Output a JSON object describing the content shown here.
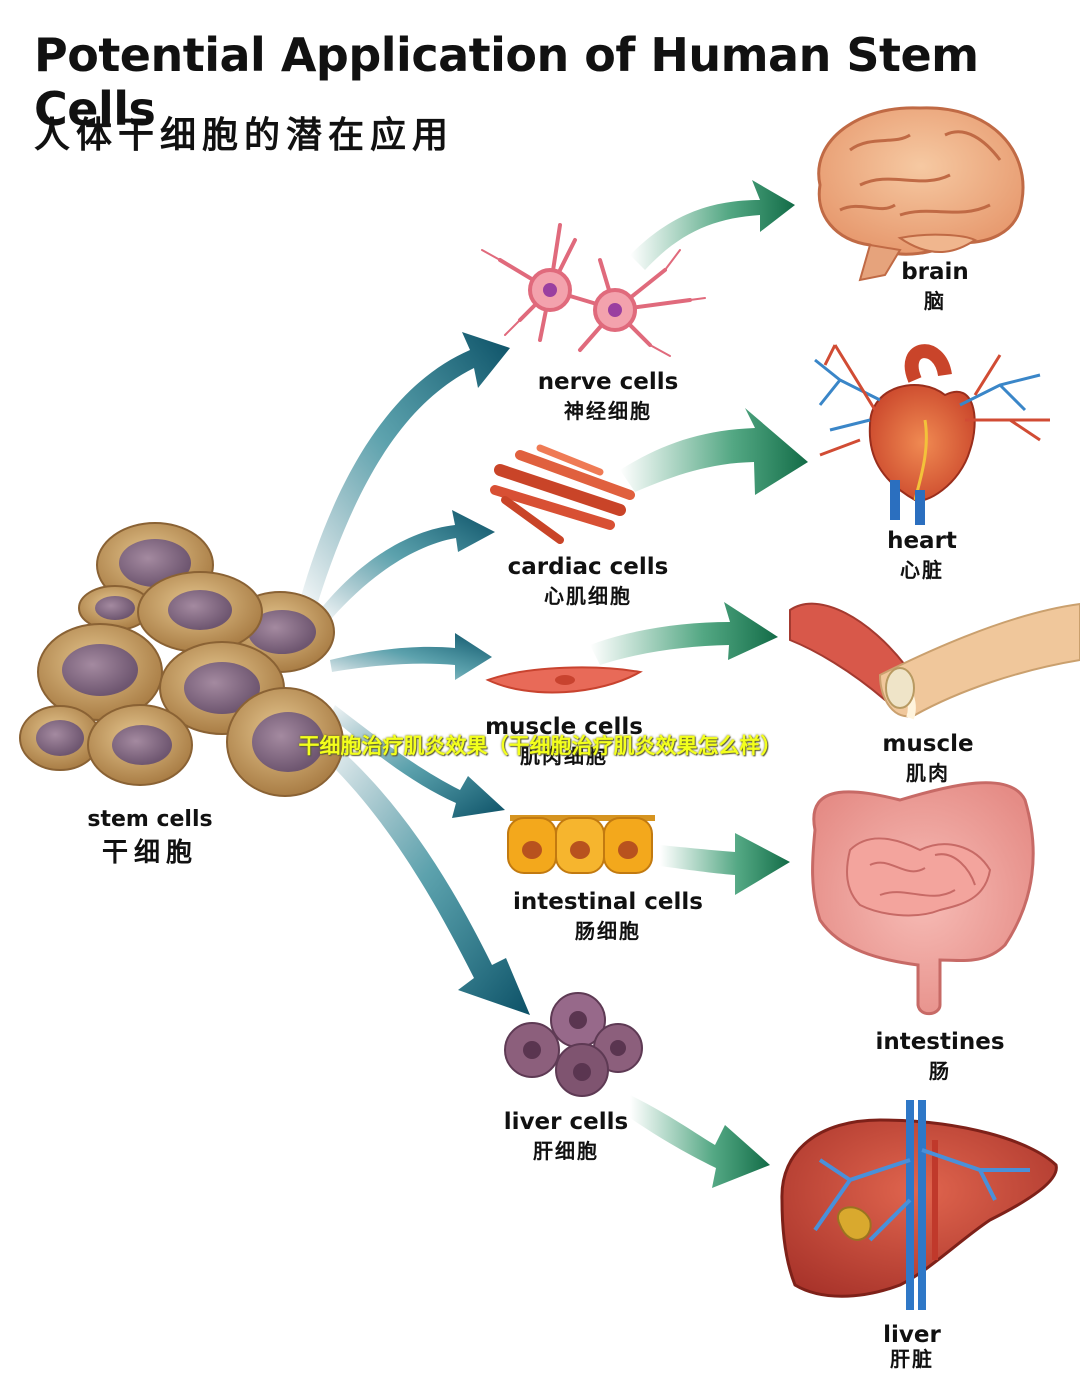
{
  "title": {
    "en": "Potential Application of Human Stem Cells",
    "zh": "人体干细胞的潜在应用"
  },
  "stem_cells": {
    "en": "stem cells",
    "zh": "干细胞"
  },
  "cell_types": [
    {
      "en": "nerve cells",
      "zh": "神经细胞"
    },
    {
      "en": "cardiac cells",
      "zh": "心肌细胞"
    },
    {
      "en": "muscle cells",
      "zh": "肌肉细胞"
    },
    {
      "en": "intestinal cells",
      "zh": "肠细胞"
    },
    {
      "en": "liver cells",
      "zh": "肝细胞"
    }
  ],
  "organs": [
    {
      "en": "brain",
      "zh": "脑"
    },
    {
      "en": "heart",
      "zh": "心脏"
    },
    {
      "en": "muscle",
      "zh": "肌肉"
    },
    {
      "en": "intestines",
      "zh": "肠"
    },
    {
      "en": "liver",
      "zh": "肝脏"
    }
  ],
  "overlay_caption": "干细胞治疗肌炎效果（干细胞治疗肌炎效果怎么样）",
  "colors": {
    "arrow_teal": "#0e5f73",
    "arrow_green": "#1a8a5a",
    "stem_cell_body": "#c9a266",
    "stem_cell_nucleus": "#8a6f86",
    "overlay_text": "#f3ff1d"
  }
}
